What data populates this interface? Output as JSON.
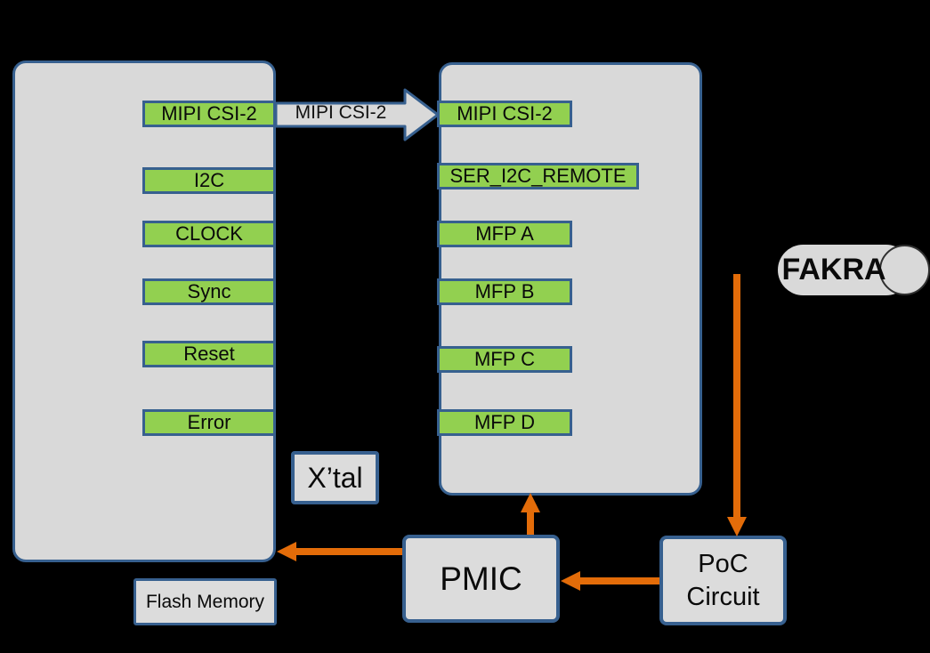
{
  "diagram": {
    "left_block": {
      "ports": [
        {
          "label": "MIPI CSI-2"
        },
        {
          "label": "I2C"
        },
        {
          "label": "CLOCK"
        },
        {
          "label": "Sync"
        },
        {
          "label": "Reset"
        },
        {
          "label": "Error"
        }
      ]
    },
    "right_block": {
      "ports": [
        {
          "label": "MIPI CSI-2"
        },
        {
          "label": "SER_I2C_REMOTE"
        },
        {
          "label": "MFP A"
        },
        {
          "label": "MFP B"
        },
        {
          "label": "MFP C"
        },
        {
          "label": "MFP D"
        }
      ]
    },
    "bus_arrow": {
      "label": "MIPI CSI-2"
    },
    "components": {
      "xtal": {
        "label": "X’tal"
      },
      "pmic": {
        "label": "PMIC"
      },
      "poc": {
        "line1": "PoC",
        "line2": "Circuit"
      },
      "flash": {
        "label": "Flash Memory"
      },
      "fakra": {
        "label": "FAKRA"
      }
    },
    "colors": {
      "background": "#000000",
      "block_fill": "#d9d9d9",
      "block_border": "#37608f",
      "port_fill": "#92d050",
      "power_arrow": "#e36c09"
    }
  }
}
